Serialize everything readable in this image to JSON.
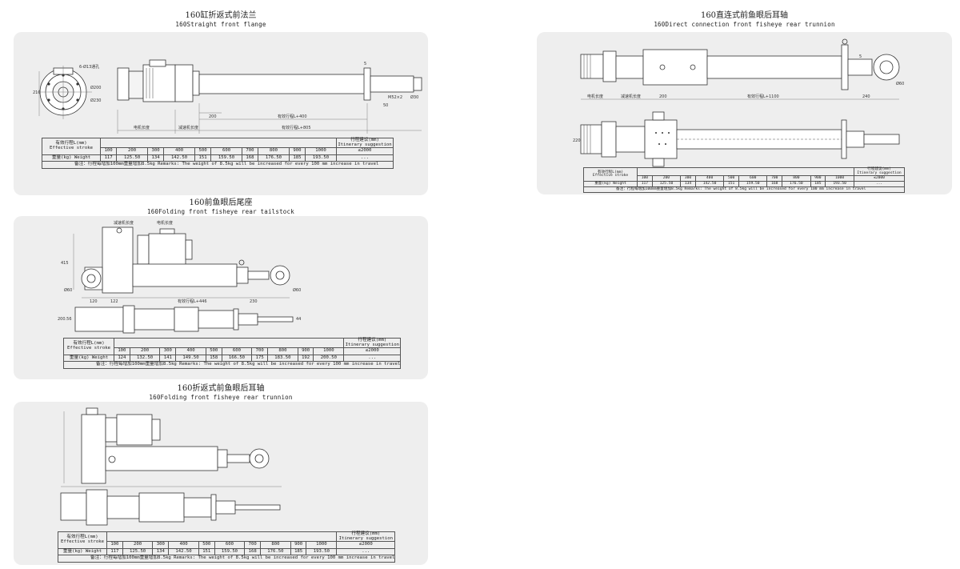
{
  "sections": {
    "straight_flange": {
      "title_cn": "160缸折返式前法兰",
      "title_en": "160Straight front flange",
      "labels": {
        "holes": "6-Ø13通孔",
        "d200": "Ø200",
        "d230": "Ø230",
        "d210": "210",
        "five": "5",
        "m": "M52×2",
        "d30": "Ø30",
        "fifty": "50",
        "motor_len": "电机长度",
        "reducer_len": "减速机长度",
        "l200": "200",
        "stroke_l": "有效行程L+400",
        "stroke_total": "有效行程L+805"
      }
    },
    "direct_trunnion": {
      "title_cn": "160直连式前鱼眼后耳轴",
      "title_en": "160Direct connection front fisheye rear trunnion",
      "labels": {
        "five": "5",
        "d60": "Ø60",
        "motor_len": "电机长度",
        "reducer_len": "减速机长度",
        "l200": "200",
        "stroke_l": "有效行程L+1100",
        "l240": "240",
        "l220": "220"
      }
    },
    "folding_tailstock": {
      "title_cn": "160前鱼眼后尾座",
      "title_en": "160Folding front fisheye rear tailstock",
      "labels": {
        "reducer_len": "减速机长度",
        "motor_len": "电机长度",
        "l415": "415",
        "d60a": "Ø60",
        "d60b": "Ø60",
        "l120": "120",
        "l122": "122",
        "stroke_l": "有效行程L+446",
        "l230": "230",
        "l200": "200.56",
        "l44": "44"
      }
    },
    "folding_trunnion": {
      "title_cn": "160折返式前鱼眼后耳轴",
      "title_en": "160Folding front fisheye rear trunnion",
      "labels": {}
    }
  },
  "table": {
    "stroke_label_cn": "有效行程L(mm)",
    "stroke_label_en": "Effective stroke",
    "weight_label": "重量(kg) Weight",
    "suggest_cn": "行程建议(mm)",
    "suggest_en": "Itinerary suggestion",
    "suggest_value": "≤2000",
    "ellipsis": "...",
    "note": "备注：行程每增加100mm重量增加8.5kg  Remarks: The weight of 8.5kg will be increased for every 100 mm increase in travel",
    "strokes": [
      "100",
      "200",
      "300",
      "400",
      "500",
      "600",
      "700",
      "800",
      "900",
      "1000"
    ],
    "weights_a": [
      "117",
      "125.50",
      "134",
      "142.50",
      "151",
      "159.50",
      "168",
      "176.50",
      "185",
      "193.50"
    ],
    "weights_b": [
      "124",
      "132.50",
      "141",
      "149.50",
      "158",
      "166.50",
      "175",
      "183.50",
      "192",
      "200.50"
    ]
  }
}
